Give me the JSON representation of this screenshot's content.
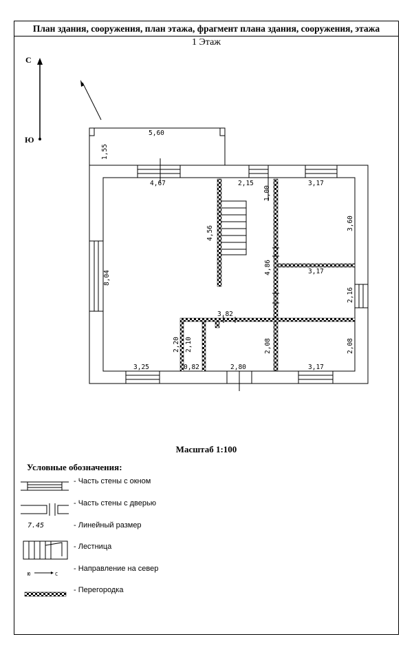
{
  "header": {
    "title": "План здания, сооружения, план этажа, фрагмент плана здания, сооружения, этажа",
    "floor": "1 Этаж"
  },
  "compass": {
    "north": "С",
    "south": "Ю"
  },
  "dimensions": {
    "porch_width": "5,60",
    "porch_depth": "1,55",
    "hall_width": "4,67",
    "stair_width": "2,15",
    "stair_length": "4,56",
    "corridor_top": "1,00",
    "ne_room_width": "3,17",
    "ne_room_depth": "3,60",
    "corridor_length": "4,86",
    "mid_room_width": "3,17",
    "mid_room_depth": "2,16",
    "west_length": "8,04",
    "partition_len": "3,82",
    "small_h1": "2,20",
    "small_h2": "2,10",
    "small_w": "0,82",
    "sw_width": "3,25",
    "south_mid_width": "2,80",
    "corr_bottom": "2,08",
    "se_room_depth": "2,08",
    "se_room_width": "3,17"
  },
  "scale": "Масштаб 1:100",
  "legend": {
    "title": "Условные обозначения:",
    "window": "- Часть стены с окном",
    "door": "- Часть стены с дверью",
    "linear_dim": "- Линейный размер",
    "linear_dim_sample": "7.45",
    "stairs": "- Лестница",
    "north_dir": "- Направление на север",
    "north_dir_s": "Ю",
    "north_dir_n": "С",
    "partition": "- Перегородка"
  }
}
